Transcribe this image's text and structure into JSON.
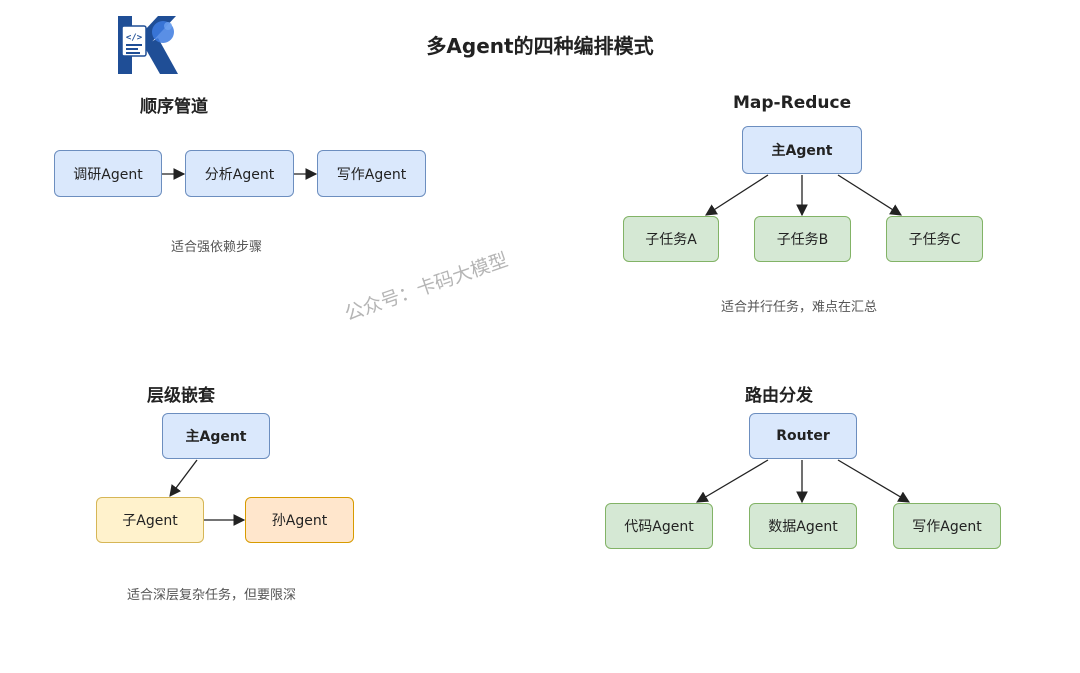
{
  "logo": {
    "letter": "K",
    "icon": "code-icon",
    "colors": {
      "primary": "#1f4e96",
      "accent": "#3d7be0"
    }
  },
  "title": "多Agent的四种编排模式",
  "watermark": "公众号：卡码大模型",
  "sections": {
    "sequential": {
      "title": "顺序管道",
      "nodes": [
        "调研Agent",
        "分析Agent",
        "写作Agent"
      ],
      "note": "适合强依赖步骤"
    },
    "map_reduce": {
      "title": "Map-Reduce",
      "root": "主Agent",
      "children": [
        "子任务A",
        "子任务B",
        "子任务C"
      ],
      "note": "适合并行任务，难点在汇总"
    },
    "nested": {
      "title": "层级嵌套",
      "root": "主Agent",
      "child": "子Agent",
      "grandchild": "孙Agent",
      "note": "适合深层复杂任务，但要限深"
    },
    "routing": {
      "title": "路由分发",
      "root": "Router",
      "children": [
        "代码Agent",
        "数据Agent",
        "写作Agent"
      ]
    }
  },
  "colors": {
    "blue_fill": "#dae8fc",
    "blue_stroke": "#6c8ebf",
    "green_fill": "#d5e8d4",
    "green_stroke": "#82b366",
    "yellow_fill": "#fff2cc",
    "yellow_stroke": "#d6b656",
    "orange_fill": "#ffe6cc",
    "orange_stroke": "#d79b00"
  }
}
